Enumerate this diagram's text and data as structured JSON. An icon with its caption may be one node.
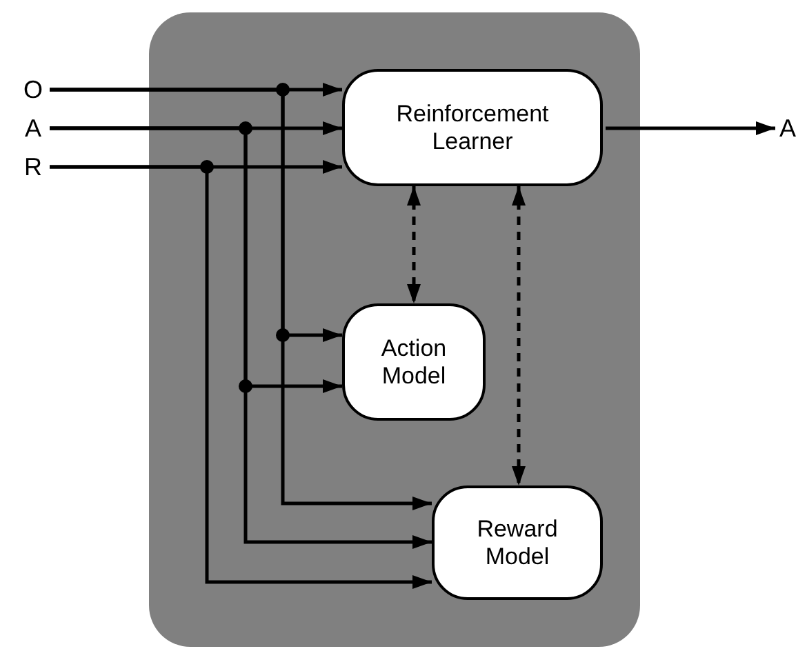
{
  "diagram": {
    "nodes": [
      {
        "text": [
          "O"
        ]
      },
      {
        "text": [
          "A"
        ]
      },
      {
        "text": [
          "R"
        ]
      },
      {
        "text": [],
        "shape": "box"
      },
      {
        "text": [
          "Reinforcement Learner"
        ],
        "in": 3
      },
      {
        "text": [
          "Action Model"
        ],
        "in": 3
      },
      {
        "text": [
          "Reward Model"
        ],
        "in": 3
      },
      {
        "text": [
          "A"
        ]
      }
    ],
    "edges": [
      {
        "from": 0,
        "to": 4,
        "arrow": "to"
      },
      {
        "from": 1,
        "to": 4,
        "arrow": "to"
      },
      {
        "from": 2,
        "to": 4,
        "arrow": "to"
      },
      {
        "from": 4,
        "to": 7,
        "arrow": "to"
      },
      {
        "from": 4,
        "to": 5,
        "arrow": "both",
        "style": "dashed"
      },
      {
        "from": 4,
        "to": 6,
        "arrow": "both",
        "style": "dashed"
      },
      {
        "from": 0,
        "to": 5,
        "arrow": "to"
      },
      {
        "from": 1,
        "to": 5,
        "arrow": "to"
      },
      {
        "from": 0,
        "to": 6,
        "arrow": "to"
      },
      {
        "from": 1,
        "to": 6,
        "arrow": "to"
      },
      {
        "from": 2,
        "to": 6,
        "arrow": "to"
      }
    ]
  }
}
